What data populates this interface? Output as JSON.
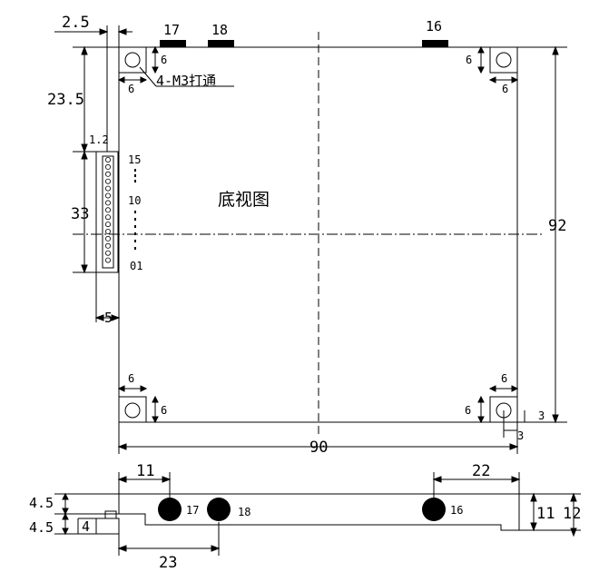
{
  "dims": {
    "left_offset": "2.5",
    "top_to_connector": "23.5",
    "connector_len": "33",
    "connector_width": "1.2",
    "connector_inset": "5",
    "total_height": "92",
    "total_width": "90",
    "hole_sq_tl_v": "6",
    "hole_sq_tl_h": "6",
    "hole_sq_tr_v": "6",
    "hole_sq_tr_h": "6",
    "hole_sq_bl_h": "6",
    "hole_sq_bl_v": "6",
    "hole_sq_br_h": "6",
    "hole_sq_br_v": "6",
    "hole_center_br_v": "3",
    "hole_center_br_h": "3",
    "side_left": "11",
    "side_right": "22",
    "side_bottom": "23",
    "side_height_11": "11",
    "side_height_12": "12",
    "side_45_top": "4.5",
    "side_45_bot": "4.5",
    "side_4": "4"
  },
  "labels": {
    "hole_note": "4-M3打通",
    "view_title": "底视图",
    "pin_15": "15",
    "pin_10": "10",
    "pin_01": "01"
  },
  "connectors": {
    "c17": "17",
    "c18": "18",
    "c16": "16",
    "s17": "17",
    "s18": "18",
    "s16": "16"
  }
}
